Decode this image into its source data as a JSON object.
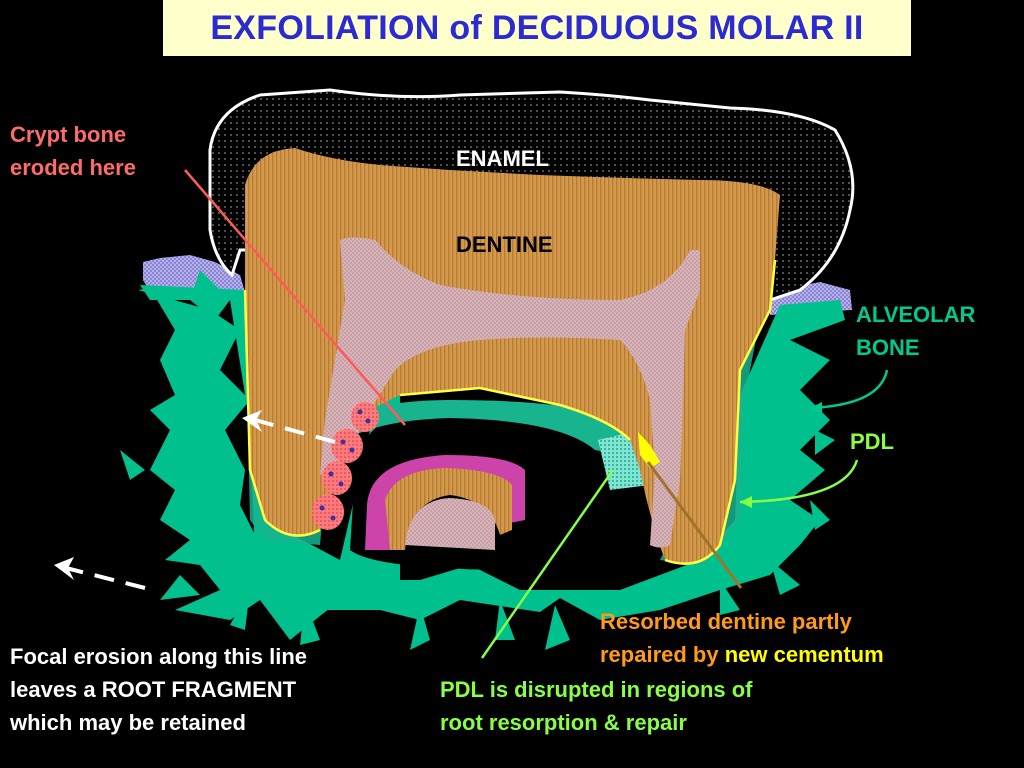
{
  "title": "EXFOLIATION of DECIDUOUS MOLAR II",
  "labels": {
    "enamel": "ENAMEL",
    "dentine": "DENTINE",
    "crypt_bone": [
      "Crypt bone",
      "eroded here"
    ],
    "alveolar_bone": [
      "ALVEOLAR",
      "BONE"
    ],
    "pdl": "PDL",
    "resorbed_dentine": {
      "line1": "Resorbed dentine partly",
      "line2_part1": "repaired by",
      "line2_part2": "new cementum"
    },
    "pdl_disrupted": [
      "PDL is disrupted in regions of",
      "root resorption & repair"
    ],
    "focal_erosion": [
      "Focal erosion along this line",
      "leaves a ROOT FRAGMENT",
      "which may be retained"
    ]
  },
  "colors": {
    "background": "#000000",
    "title_bg": "#ffffcc",
    "title_text": "#2b2bd1",
    "enamel": "#000000",
    "dentine": "#d39a4e",
    "pulp": "#d8b4b8",
    "bone": "#00c08e",
    "pdl": "#3fb59a",
    "gum": "#a9a4e6",
    "crypt_label": "#ff6b6b",
    "alveolar_label": "#00c890",
    "pdl_label": "#88ff44",
    "resorbed_label": "#ff9a1a",
    "new_cementum": "#ffff00",
    "white_text": "#ffffff"
  },
  "icons": [
    "arrow-dashed-white",
    "arrow-line-red",
    "arrow-line-teal",
    "arrow-line-green",
    "arrow-line-brown",
    "osteoclast-cells"
  ]
}
